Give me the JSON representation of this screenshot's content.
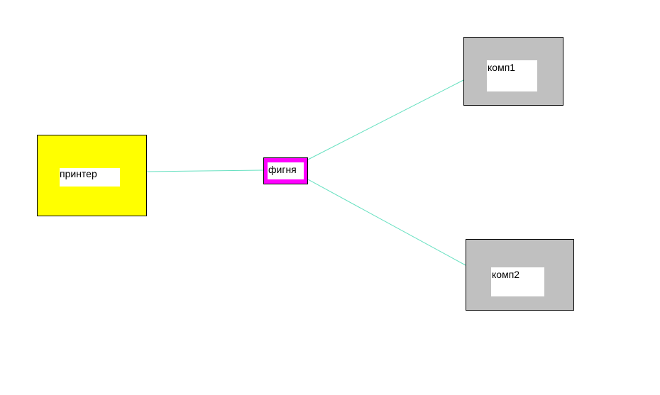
{
  "diagram": {
    "nodes": {
      "printer": {
        "label": "принтер",
        "fill": "#ffff00"
      },
      "hub": {
        "label": "фигня",
        "fill": "#ff00ff"
      },
      "comp1": {
        "label": "комп1",
        "fill": "#c0c0c0"
      },
      "comp2": {
        "label": "комп2",
        "fill": "#c0c0c0"
      }
    },
    "edges": [
      {
        "from": "printer",
        "to": "hub"
      },
      {
        "from": "hub",
        "to": "comp1"
      },
      {
        "from": "hub",
        "to": "comp2"
      }
    ],
    "edge_color": "#66e0c0"
  }
}
